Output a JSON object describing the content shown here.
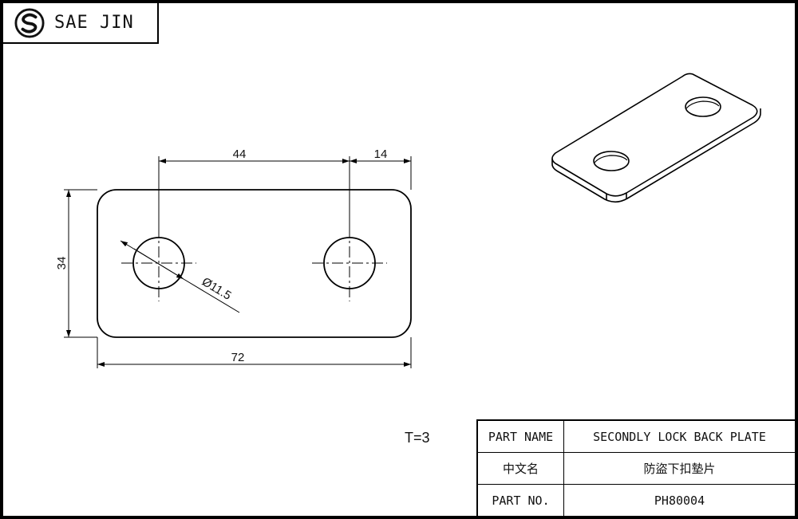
{
  "brand": {
    "name": "SAE JIN",
    "logo_icon": "sj-logo-icon"
  },
  "drawing": {
    "dimensions": {
      "hole_spacing": "44",
      "hole_edge_offset": "14",
      "height": "34",
      "length": "72",
      "hole_diameter": "Ø11.5"
    },
    "thickness": "T=3"
  },
  "title_block": {
    "rows": [
      {
        "key": "PART NAME",
        "value": "SECONDLY LOCK BACK PLATE"
      },
      {
        "key": "中文名",
        "value": "防盜下扣墊片"
      },
      {
        "key": "PART NO.",
        "value": "PH80004"
      }
    ]
  },
  "colors": {
    "line": "#000000",
    "background": "#ffffff"
  }
}
